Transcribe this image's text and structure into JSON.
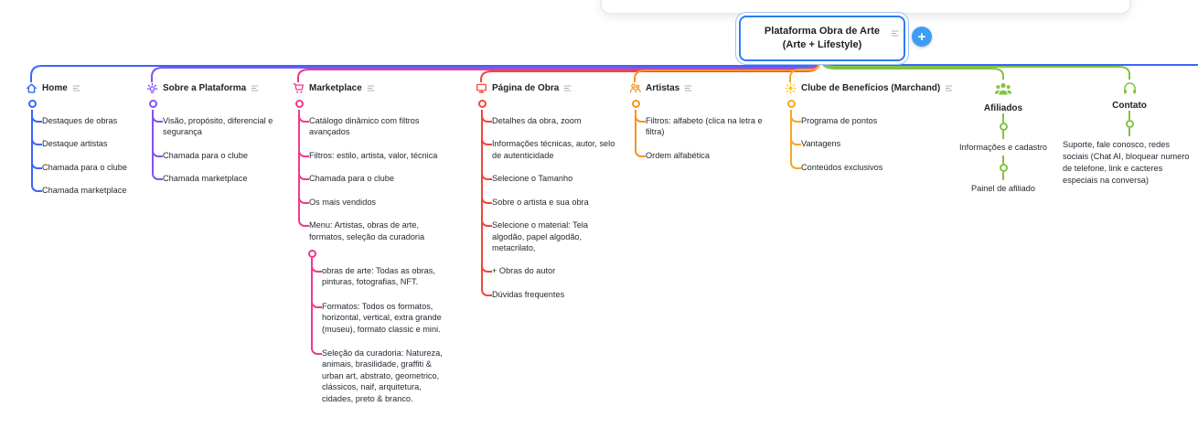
{
  "root": {
    "title_line1": "Plataforma Obra de Arte",
    "title_line2": "(Arte + Lifestyle)",
    "border_color": "#2f7ced"
  },
  "add_button": {
    "label": "+",
    "color": "#3d9df6"
  },
  "branches": [
    {
      "id": "home",
      "label": "Home",
      "icon": "home-icon",
      "color": "#3a66f8",
      "children": [
        "Destaques de obras",
        "Destaque artistas",
        "Chamada para o clube",
        "Chamada marketplace"
      ]
    },
    {
      "id": "sobre",
      "label": "Sobre a Plataforma",
      "icon": "idea-icon",
      "color": "#8353f1",
      "children": [
        "Visão, propósito, diferencial e segurança",
        "Chamada para o clube",
        "Chamada marketplace"
      ]
    },
    {
      "id": "marketplace",
      "label": "Marketplace",
      "icon": "cart-icon",
      "color": "#ee3a8c",
      "children": [
        "Catálogo dinâmico com filtros avançados",
        "Filtros: estilo, artista, valor, técnica",
        "Chamada para o clube",
        "Os mais vendidos",
        "Menu: Artistas, obras de arte, formatos, seleção da curadoria"
      ],
      "sub_children": [
        "obras de arte: Todas as obras, pinturas, fotografias, NFT.",
        "Formatos: Todos os formatos, horizontal, vertical, extra grande (museu), formato classic e mini.",
        "Seleção da curadoria: Natureza, animais, brasilidade, graffiti & urban art, abstrato, geometrico, clássicos, naif, arquitetura, cidades, preto & branco."
      ]
    },
    {
      "id": "pagina-de-obra",
      "label": "Página de Obra",
      "icon": "monitor-icon",
      "color": "#f1463b",
      "children": [
        "Detalhes da obra, zoom",
        "Informações técnicas, autor, selo de autenticidade",
        "Selecione o Tamanho",
        "Sobre o artista e sua obra",
        "Selecione o material: Tela algodão, papel algodão, metacrilato,",
        "+ Obras do autor",
        "Dúvidas frequentes"
      ]
    },
    {
      "id": "artistas",
      "label": "Artistas",
      "icon": "people-icon",
      "color": "#f7941e",
      "children": [
        "Filtros: alfabeto (clica na letra e filtra)",
        "Ordem alfabética"
      ]
    },
    {
      "id": "clube",
      "label": "Clube de Benefícios (Marchand)",
      "icon": "sun-icon",
      "color": "#f5a91f",
      "icon_color": "#ffc425",
      "children": [
        "Programa de pontos",
        "Vantagens",
        "Conteúdos exclusivos"
      ]
    },
    {
      "id": "afiliados",
      "label": "Afiliados",
      "icon": "group-icon",
      "color": "#80c342",
      "children": [
        "Informações e cadastro",
        "Painel de afiliado"
      ]
    },
    {
      "id": "contato",
      "label": "Contato",
      "icon": "headphones-icon",
      "color": "#80c342",
      "children": [
        "Suporte, fale conosco, redes sociais (Chat AI, bloquear numero de telefone, link e cacteres especiais na conversa)"
      ]
    }
  ]
}
